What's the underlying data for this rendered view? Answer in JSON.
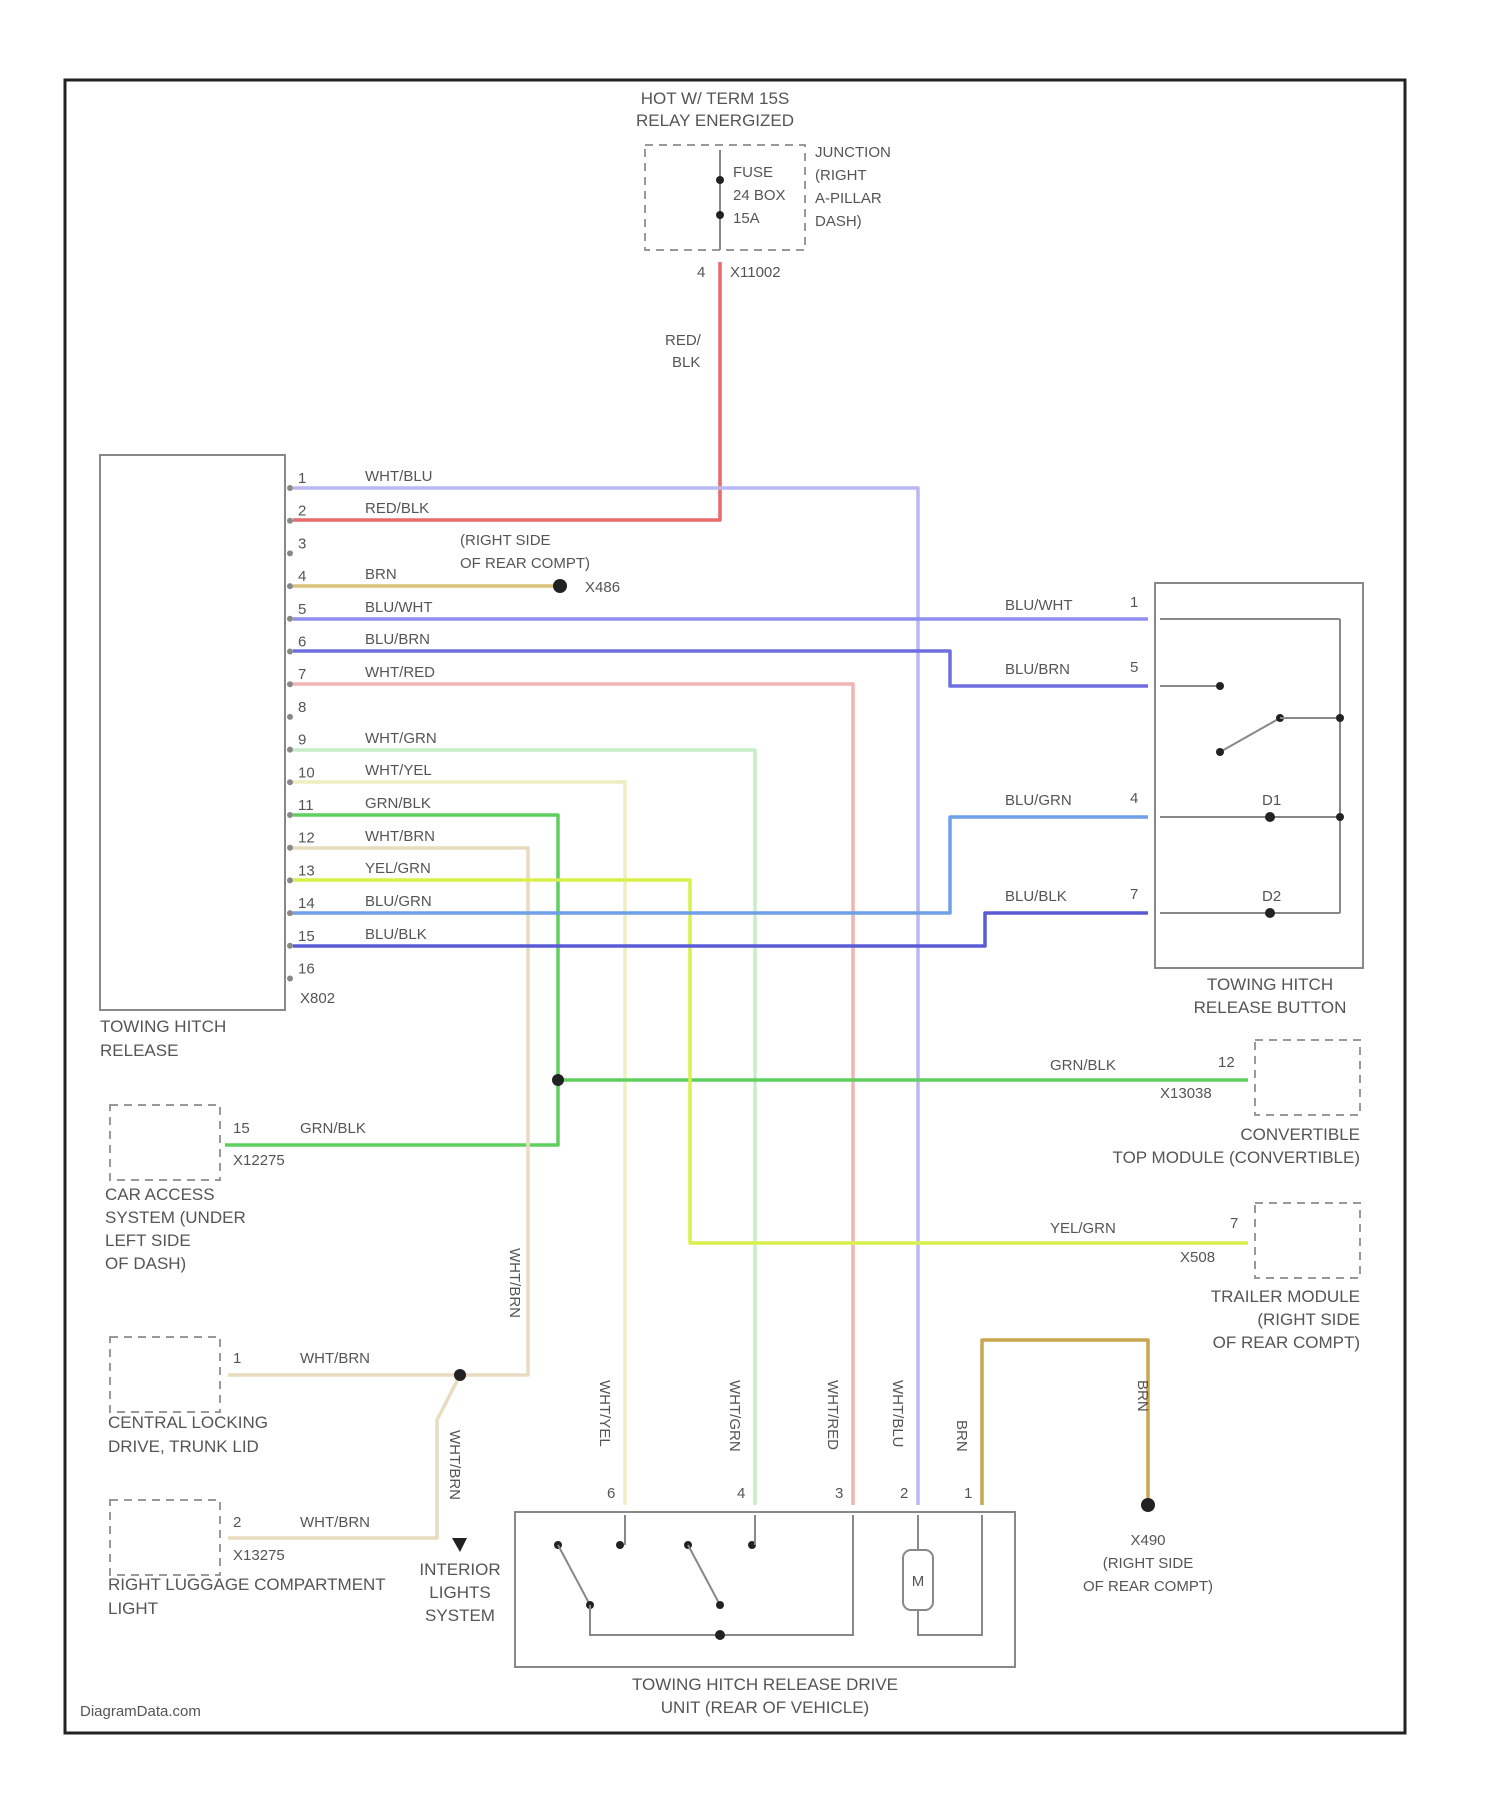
{
  "fuse_block": {
    "header": [
      "HOT W/ TERM 15S",
      "RELAY ENERGIZED"
    ],
    "fuse_lines": [
      "FUSE",
      "24 BOX",
      "15A"
    ],
    "box_lines": [
      "JUNCTION",
      "(RIGHT",
      "A-PILLAR",
      "DASH)"
    ],
    "pin": "4",
    "connector": "X11002"
  },
  "main_feed_label": [
    "RED/",
    "BLK"
  ],
  "towing_hitch_release": {
    "label": [
      "TOWING HITCH",
      "RELEASE"
    ],
    "pins": [
      {
        "num": "1",
        "wire": "WHT/BLU"
      },
      {
        "num": "2",
        "wire": "RED/BLK"
      },
      {
        "num": "3",
        "wire": ""
      },
      {
        "num": "4",
        "wire": "BRN"
      },
      {
        "num": "5",
        "wire": "BLU/WHT"
      },
      {
        "num": "6",
        "wire": "BLU/BRN"
      },
      {
        "num": "7",
        "wire": "WHT/RED"
      },
      {
        "num": "8",
        "wire": ""
      },
      {
        "num": "9",
        "wire": "WHT/GRN"
      },
      {
        "num": "10",
        "wire": "WHT/YEL"
      },
      {
        "num": "11",
        "wire": "GRN/BLK"
      },
      {
        "num": "12",
        "wire": "WHT/BRN"
      },
      {
        "num": "13",
        "wire": "YEL/GRN"
      },
      {
        "num": "14",
        "wire": "BLU/GRN"
      },
      {
        "num": "15",
        "wire": "BLU/BLK"
      },
      {
        "num": "16",
        "wire": ""
      }
    ],
    "connector": "X802"
  },
  "ground_top": {
    "label": [
      "(RIGHT SIDE",
      "OF REAR COMPT)"
    ],
    "id": "X486"
  },
  "release_button": {
    "label": [
      "TOWING HITCH",
      "RELEASE BUTTON"
    ],
    "pins": [
      {
        "num": "1",
        "wire": "BLU/WHT"
      },
      {
        "num": "5",
        "wire": "BLU/BRN"
      },
      {
        "num": "4",
        "wire": "BLU/GRN"
      },
      {
        "num": "7",
        "wire": "BLU/BLK"
      }
    ],
    "diode_labels": [
      "D1",
      "D2"
    ]
  },
  "convertible_module": {
    "label": [
      "CONVERTIBLE",
      "TOP MODULE (CONVERTIBLE)"
    ],
    "wire": "GRN/BLK",
    "pin": "12",
    "connector": "X13038"
  },
  "car_access": {
    "label": [
      "CAR ACCESS",
      "SYSTEM (UNDER",
      "LEFT SIDE",
      "OF DASH)"
    ],
    "wire": "GRN/BLK",
    "pin": "15",
    "connector": "X12275"
  },
  "trailer_module": {
    "label": [
      "TRAILER MODULE",
      "(RIGHT SIDE",
      "OF REAR COMPT)"
    ],
    "wire": "YEL/GRN",
    "pin": "7",
    "connector": "X508"
  },
  "central_locking": {
    "label": [
      "CENTRAL LOCKING",
      "DRIVE, TRUNK LID"
    ],
    "wire": "WHT/BRN",
    "pin": "1"
  },
  "luggage_light": {
    "label": [
      "RIGHT LUGGAGE COMPARTMENT",
      "LIGHT"
    ],
    "wire": "WHT/BRN",
    "pin": "2",
    "connector": "X13275"
  },
  "interior_lights": {
    "label": [
      "INTERIOR",
      "LIGHTS",
      "SYSTEM"
    ]
  },
  "vertical_labels": {
    "wht_brn_riser": "WHT/BRN",
    "wht_brn_drop": "WHT/BRN",
    "ground_drop": "BRN"
  },
  "drive_unit": {
    "label": [
      "TOWING HITCH RELEASE DRIVE",
      "UNIT (REAR OF VEHICLE)"
    ],
    "pins": [
      {
        "num": "6",
        "wire": "WHT/YEL"
      },
      {
        "num": "4",
        "wire": "WHT/GRN"
      },
      {
        "num": "3",
        "wire": "WHT/RED"
      },
      {
        "num": "2",
        "wire": "WHT/BLU"
      },
      {
        "num": "1",
        "wire": "BRN"
      }
    ],
    "motor_label": "M"
  },
  "ground_bottom": {
    "label": [
      "X490",
      "(RIGHT SIDE",
      "OF REAR COMPT)"
    ]
  },
  "watermark": "DiagramData.com",
  "colors": {
    "red_blk": "#e86a6a",
    "wht_blu": "#b8b8f2",
    "brn": "#d9c07a",
    "blu_wht": "#8f8ff0",
    "blu_brn": "#6e6ee0",
    "wht_red": "#f2b3b3",
    "wht_grn": "#c8eec8",
    "wht_yel": "#eeeec0",
    "grn_blk": "#5fcf5f",
    "wht_brn": "#e8dcc0",
    "yel_grn": "#d8f04a",
    "blu_grn": "#6f9fe6",
    "blu_blk": "#5a5ad6",
    "ground_brown": "#c9a650"
  }
}
